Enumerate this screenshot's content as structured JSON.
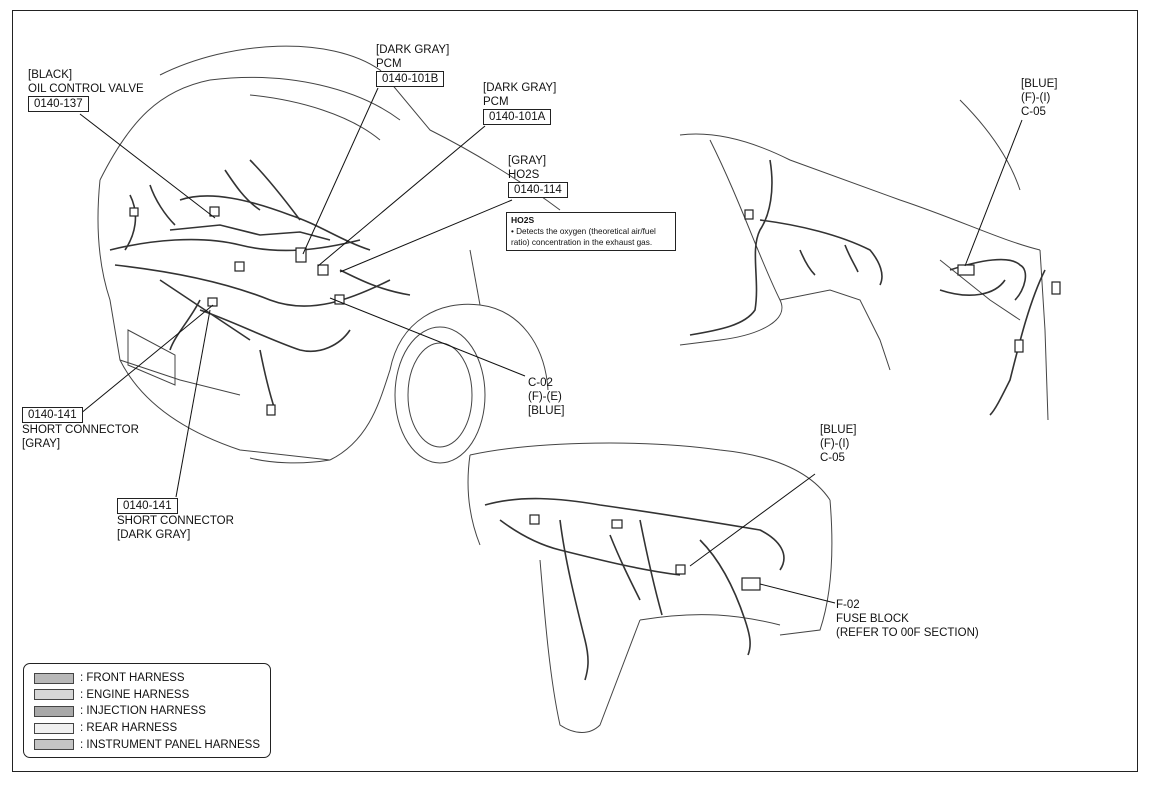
{
  "callouts": {
    "ocv": {
      "color": "[BLACK]",
      "name": "OIL CONTROL VALVE",
      "code": "0140-137"
    },
    "pcm_b": {
      "color": "[DARK GRAY]",
      "name": "PCM",
      "code": "0140-101B"
    },
    "pcm_a": {
      "color": "[DARK GRAY]",
      "name": "PCM",
      "code": "0140-101A"
    },
    "ho2s": {
      "color": "[GRAY]",
      "name": "HO2S",
      "code": "0140-114"
    },
    "c02": {
      "code": "C-02",
      "type": "(F)-(E)",
      "color": "[BLUE]"
    },
    "short_gray": {
      "code": "0140-141",
      "name": "SHORT CONNECTOR",
      "color": "[GRAY]"
    },
    "short_dkgray": {
      "code": "0140-141",
      "name": "SHORT CONNECTOR",
      "color": "[DARK GRAY]"
    },
    "c05_upper": {
      "color": "[BLUE]",
      "type": "(F)-(I)",
      "code": "C-05"
    },
    "c05_lower": {
      "color": "[BLUE]",
      "type": "(F)-(I)",
      "code": "C-05"
    },
    "f02": {
      "code": "F-02",
      "name": "FUSE BLOCK",
      "ref": "(REFER TO 00F SECTION)"
    }
  },
  "note": {
    "title": "HO2S",
    "text": "• Detects the oxygen (theoretical air/fuel ratio) concentration in the exhaust gas."
  },
  "legend": {
    "items": [
      {
        "label": ": FRONT HARNESS",
        "color": "#b8b8b8"
      },
      {
        "label": ": ENGINE HARNESS",
        "color": "#d6d6d6"
      },
      {
        "label": ": INJECTION HARNESS",
        "color": "#a9a9a9"
      },
      {
        "label": ": REAR HARNESS",
        "color": "#f0f0f0"
      },
      {
        "label": ": INSTRUMENT PANEL HARNESS",
        "color": "#c4c4c4"
      }
    ]
  }
}
